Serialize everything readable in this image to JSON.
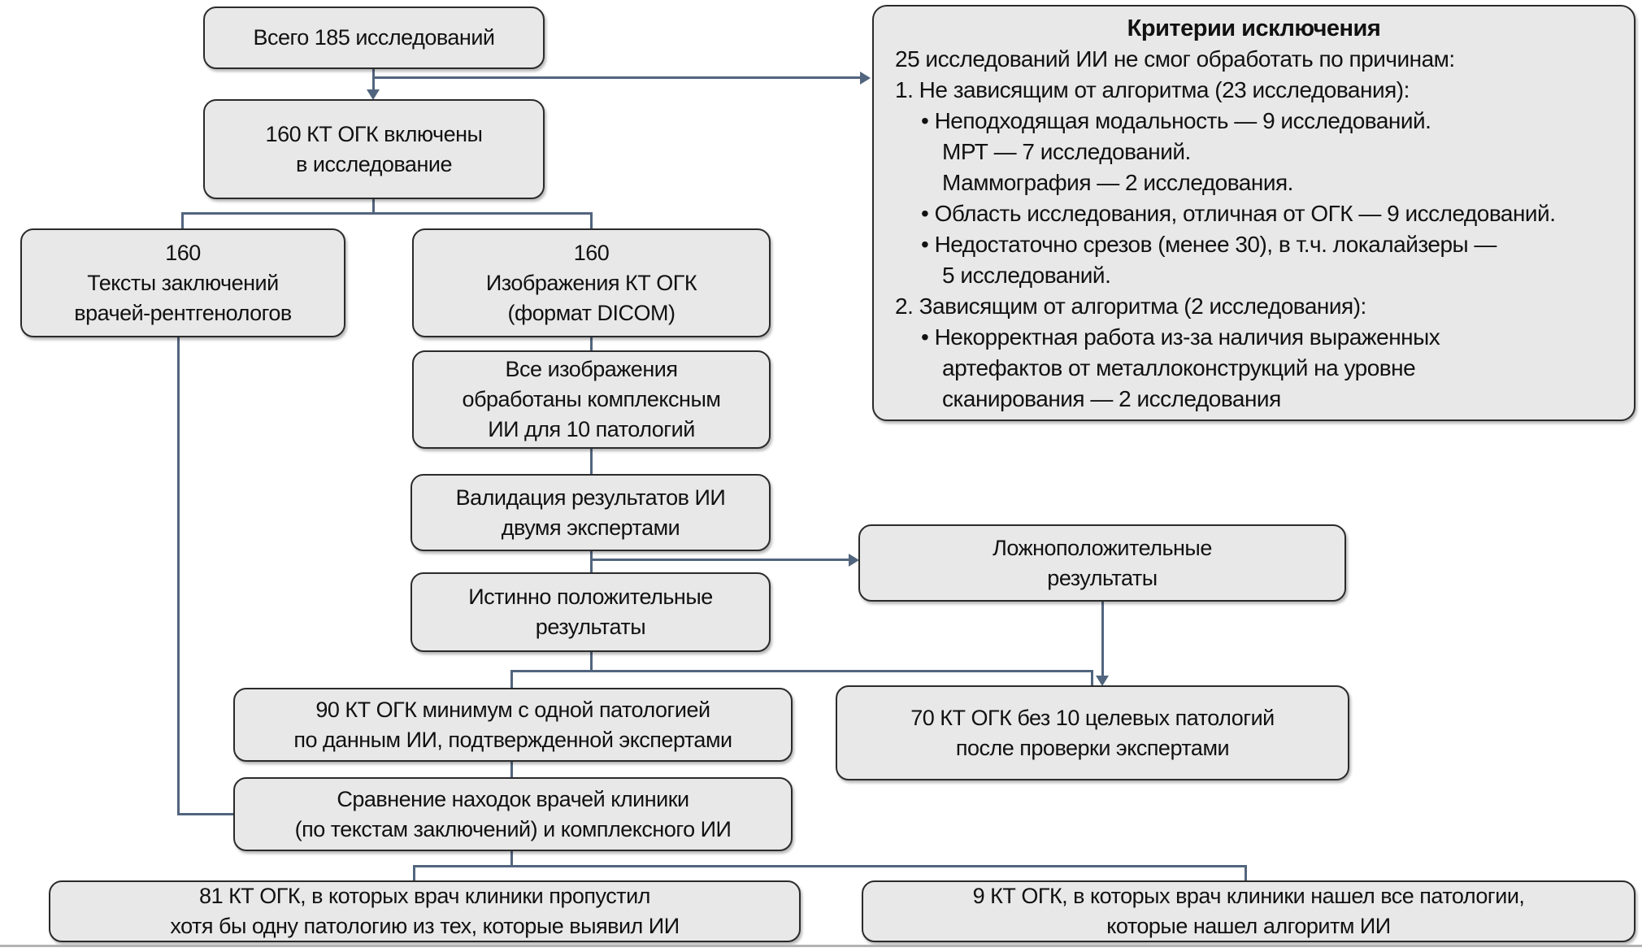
{
  "colors": {
    "box_fill": "#e8e8e8",
    "box_border": "#2b2b2b",
    "connector": "#52657e",
    "text": "#111111"
  },
  "boxes": {
    "total": "Всего 185 исследований",
    "included": "160 КТ ОГК включены\nв исследование",
    "texts": "160\nТексты заключений\nврачей-рентгенологов",
    "images": "160\nИзображения КТ ОГК\n(формат DICOM)",
    "processed": "Все изображения\nобработаны комплексным\nИИ для 10 патологий",
    "validation": "Валидация результатов ИИ\nдвумя экспертами",
    "true_positive": "Истинно положительные\nрезультаты",
    "false_positive": "Ложноположительные\nрезультаты",
    "ninety": "90 КТ ОГК минимум с одной патологией\nпо данным ИИ, подтвержденной экспертами",
    "seventy": "70 КТ ОГК без 10 целевых патологий\nпосле проверки экспертами",
    "comparison": "Сравнение находок врачей клиники\n(по текстам заключений) и комплексного ИИ",
    "missed": "81 КТ ОГК, в которых врач клиники пропустил\nхотя бы одну патологию из тех, которые выявил ИИ",
    "found_all": "9 КТ ОГК, в которых врач клиники нашел все патологии,\nкоторые нашел алгоритм ИИ"
  },
  "exclusion": {
    "title": "Критерии исключения",
    "lines": [
      {
        "indent": 0,
        "text": "25 исследований ИИ не смог обработать по причинам:"
      },
      {
        "indent": 0,
        "text": "1. Не зависящим от алгоритма (23 исследования):"
      },
      {
        "indent": 1,
        "text": "• Неподходящая модальность — 9 исследований."
      },
      {
        "indent": 2,
        "text": "МРТ — 7 исследований."
      },
      {
        "indent": 2,
        "text": "Маммография — 2 исследования."
      },
      {
        "indent": 1,
        "text": "• Область исследования, отличная от ОГК — 9 исследований."
      },
      {
        "indent": 1,
        "text": "• Недостаточно срезов (менее 30), в т.ч. локалайзеры —"
      },
      {
        "indent": 2,
        "text": "5 исследований."
      },
      {
        "indent": 0,
        "text": "2. Зависящим от алгоритма (2 исследования):"
      },
      {
        "indent": 1,
        "text": "• Некорректная работа из-за наличия выраженных"
      },
      {
        "indent": 2,
        "text": "артефактов от металлоконструкций на уровне"
      },
      {
        "indent": 2,
        "text": "сканирования — 2 исследования"
      }
    ]
  }
}
